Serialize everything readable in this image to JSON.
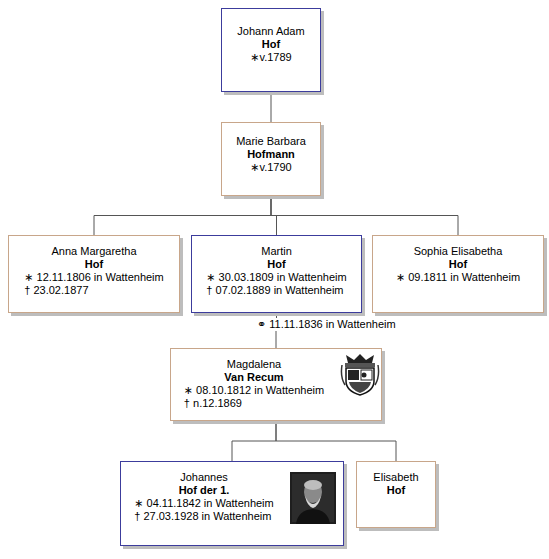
{
  "diagram": {
    "nodes": [
      {
        "text": [
          "Johann Adam",
          "Hof",
          "∗v.1789"
        ]
      },
      {
        "text": [
          "Marie Barbara",
          "Hofmann",
          "∗v.1790"
        ]
      },
      {
        "text": [
          "Anna Margaretha",
          "Hof",
          "∗ 12.11.1806 in Wattenheim",
          "† 23.02.1877"
        ]
      },
      {
        "text": [
          "Martin",
          "Hof",
          "∗ 30.03.1809 in Wattenheim",
          "† 07.02.1889 in Wattenheim"
        ]
      },
      {
        "text": [
          "Sophia Elisabetha",
          "Hof",
          "∗ 09.1811 in Wattenheim"
        ]
      },
      {
        "text": [
          "Magdalena",
          "Van Recum",
          "∗ 08.10.1812 in Wattenheim",
          "† n.12.1869"
        ]
      },
      {
        "text": [
          "Johannes",
          "Hof der 1.",
          "∗ 04.11.1842 in Wattenheim",
          "† 27.03.1928 in Wattenheim"
        ]
      },
      {
        "text": [
          "Elisabeth",
          "Hof"
        ]
      }
    ],
    "edges": [
      {
        "from": 0,
        "to": 1,
        "arrow": "none"
      },
      {
        "from": 1,
        "to": 2,
        "arrow": "none"
      },
      {
        "from": 1,
        "to": 3,
        "arrow": "none"
      },
      {
        "from": 1,
        "to": 4,
        "arrow": "none"
      },
      {
        "from": 3,
        "to": 5,
        "label": "⚭ 11.11.1836 in Wattenheim",
        "arrow": "none"
      },
      {
        "from": 5,
        "to": 6,
        "arrow": "none"
      },
      {
        "from": 5,
        "to": 7,
        "arrow": "none"
      }
    ]
  }
}
